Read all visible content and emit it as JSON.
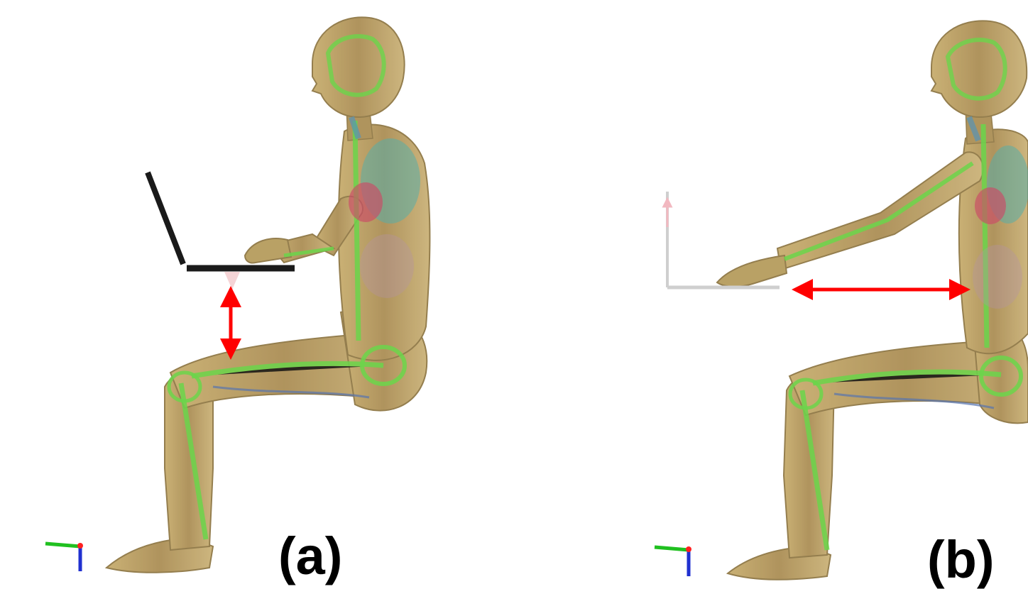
{
  "panels": [
    {
      "id": "a",
      "label": "(a)",
      "device": "laptop-on-lap",
      "arrow_orientation": "vertical"
    },
    {
      "id": "b",
      "label": "(b)",
      "device": "flat-plate-at-arm-length",
      "arrow_orientation": "horizontal"
    }
  ],
  "colors": {
    "background": "#ffffff",
    "arrow": "#ff0000",
    "laptop": "#1a1a1a",
    "body_skin": "#b59a5c",
    "body_skin_dark": "#8c7440",
    "skeleton": "#5fd23c",
    "lungs": "#4aa8a0",
    "heart": "#c83c5a",
    "vessels": "#4a6aa8",
    "plate": "#cfcfcf",
    "plate_arrow": "#f2b8c0",
    "label_text": "#000000"
  },
  "axis_triad": {
    "icon": "xyz-axis-triad-icon",
    "colors": [
      "#ff2020",
      "#20c020",
      "#2030d0"
    ]
  }
}
